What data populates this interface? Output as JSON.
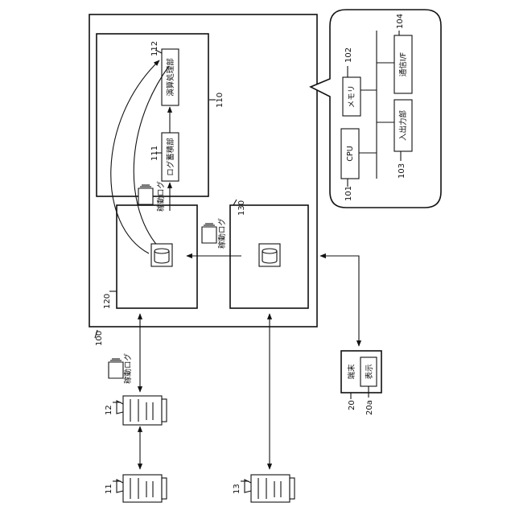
{
  "labels": {
    "computation_unit": "演算処理部",
    "log_storage": "ログ蓄積部",
    "memory": "メモリ",
    "comm_if": "通信I/F",
    "cpu": "CPU",
    "io_unit": "入出力部",
    "terminal": "端末",
    "display": "表示",
    "operation_log_1": "稼動ログ",
    "operation_log_2": "稼動ログ",
    "operation_log_3": "稼動ログ"
  },
  "refs": {
    "r100": "100",
    "r101": "101",
    "r102": "102",
    "r103": "103",
    "r104": "104",
    "r110": "110",
    "r111": "111",
    "r112": "112",
    "r120": "120",
    "r130": "130",
    "r11": "11",
    "r12": "12",
    "r13": "13",
    "r20": "20",
    "r20a": "20a"
  }
}
